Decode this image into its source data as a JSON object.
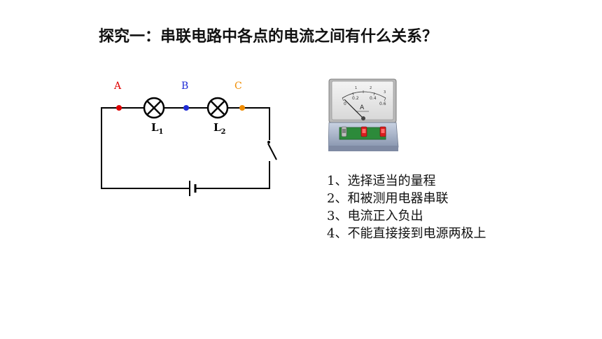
{
  "title": "探究一：串联电路中各点的电流之间有什么关系？",
  "points": [
    {
      "label": "A",
      "color": "#e00000"
    },
    {
      "label": "B",
      "color": "#1f2bd6"
    },
    {
      "label": "C",
      "color": "#f08c00"
    }
  ],
  "lamps": [
    {
      "letter": "L",
      "sub": "1"
    },
    {
      "letter": "L",
      "sub": "2"
    }
  ],
  "ammeter": {
    "unit_letter": "A",
    "scale_ticks": [
      "0",
      "0.2",
      "0.4",
      "0.6"
    ],
    "scale_ticks_outer": [
      "1",
      "2",
      "3"
    ]
  },
  "tips": [
    {
      "num": "1",
      "text": "、选择适当的量程"
    },
    {
      "num": "2",
      "text": "、和被测用电器串联"
    },
    {
      "num": "3",
      "text": "、电流正入负出"
    },
    {
      "num": "4",
      "text": "、不能直接接到电源两极上"
    }
  ]
}
